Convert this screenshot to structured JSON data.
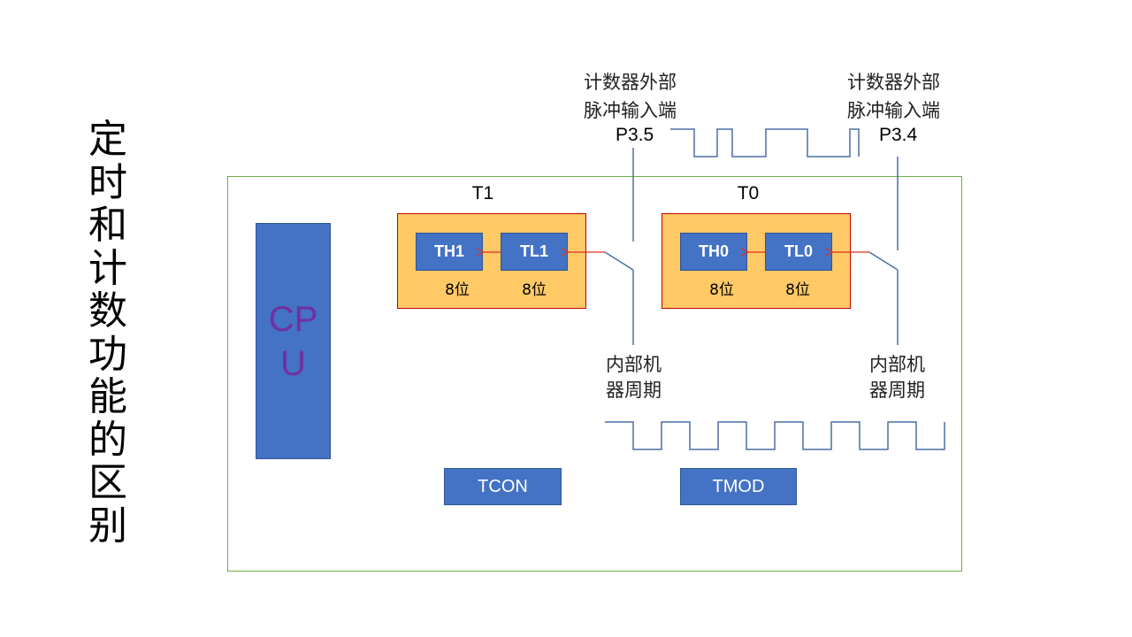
{
  "title": "定时和计数功能的区别",
  "cpu": {
    "label": "CPU"
  },
  "timers": [
    {
      "name": "T1",
      "high": "TH1",
      "low": "TL1",
      "high_bits": "8位",
      "low_bits": "8位"
    },
    {
      "name": "T0",
      "high": "TH0",
      "low": "TL0",
      "high_bits": "8位",
      "low_bits": "8位"
    }
  ],
  "external_inputs": [
    {
      "line1": "计数器外部",
      "line2": "脉冲输入端",
      "pin": "P3.5"
    },
    {
      "line1": "计数器外部",
      "line2": "脉冲输入端",
      "pin": "P3.4"
    }
  ],
  "internal_inputs": [
    {
      "line1": "内部机",
      "line2": "器周期"
    },
    {
      "line1": "内部机",
      "line2": "器周期"
    }
  ],
  "control_registers": {
    "tcon": "TCON",
    "tmod": "TMOD"
  },
  "colors": {
    "register_blue": "#4472c4",
    "timer_fill": "#ffc965",
    "timer_border": "#c00000",
    "frame_green": "#70ad47",
    "cpu_text": "#7030a0",
    "wire_blue": "#4a6fa5",
    "arrow_red": "#e03020"
  }
}
